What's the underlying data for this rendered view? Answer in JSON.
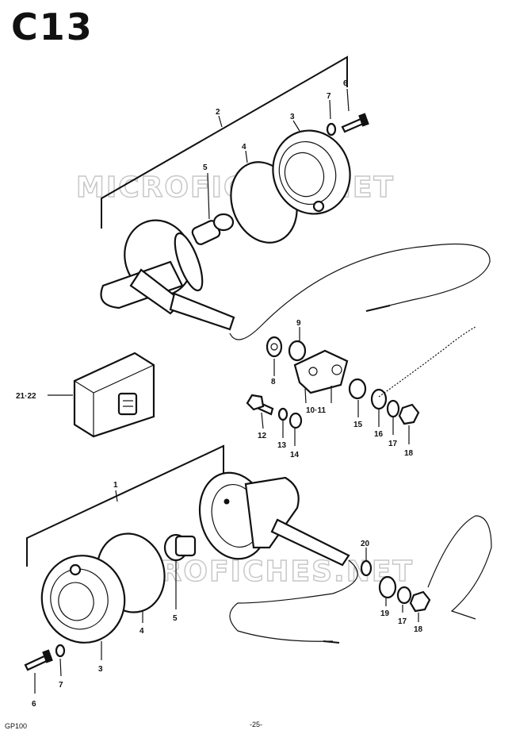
{
  "page": {
    "code": "C13",
    "model": "GP100",
    "page_number": "-25-"
  },
  "watermark": {
    "upper": "MICROFICHES.NET",
    "lower": "MICROFICHES.NET"
  },
  "callouts": {
    "upper": [
      "2",
      "3",
      "4",
      "5",
      "6",
      "7",
      "8",
      "9",
      "10·11",
      "12",
      "13",
      "14",
      "15",
      "16",
      "17",
      "18",
      "21·22"
    ],
    "lower": [
      "1",
      "3",
      "4",
      "5",
      "6",
      "7",
      "17",
      "18",
      "19",
      "20"
    ]
  }
}
